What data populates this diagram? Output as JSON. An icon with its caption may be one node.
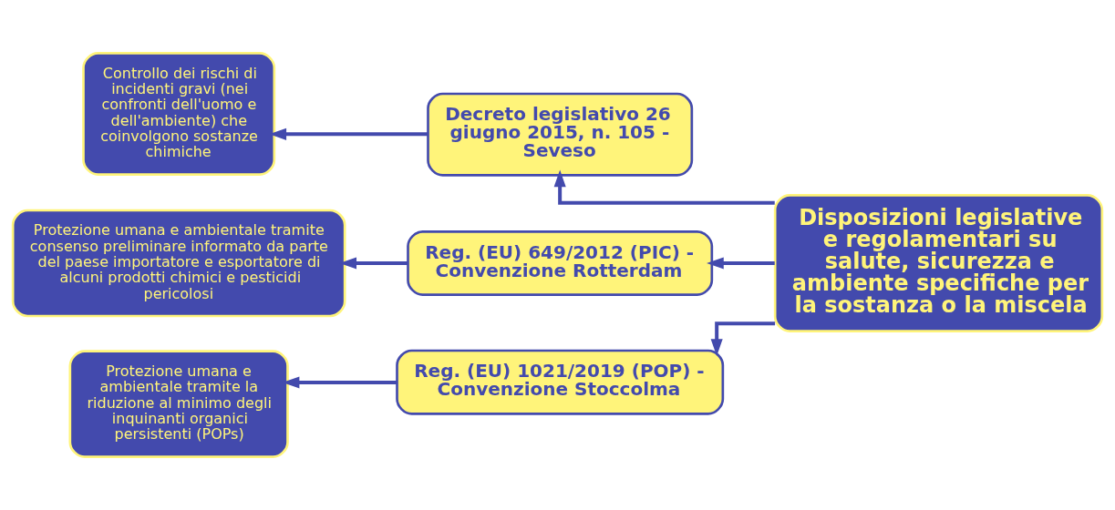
{
  "diagram": {
    "nodes": [
      {
        "text": [
          "Disposizioni legislative e regolamentari su salute, sicurezza e ambiente specifiche per la sostanza o la miscela"
        ]
      },
      {
        "text": [
          "Decreto legislativo 26 giugno 2015, n. 105 - Seveso"
        ]
      },
      {
        "text": [
          "Controllo dei rischi di incidenti gravi (nei confronti dell'uomo e dell'ambiente) che coinvolgono sostanze chimiche"
        ]
      },
      {
        "text": [
          "Reg. (EU) 649/2012 (PIC) - Convenzione Rotterdam"
        ]
      },
      {
        "text": [
          "Protezione umana e ambientale tramite consenso preliminare informato da parte del paese importatore e esportatore di alcuni prodotti chimici e pesticidi pericolosi"
        ]
      },
      {
        "text": [
          "Reg. (EU) 1021/2019 (POP) - Convenzione Stoccolma"
        ]
      },
      {
        "text": [
          "Protezione umana e ambientale tramite la riduzione al minimo degli inquinanti organici persistenti (POPs)"
        ]
      }
    ],
    "edges": [
      {
        "from": 0,
        "to": 1,
        "arrow": "to"
      },
      {
        "from": 1,
        "to": 2,
        "arrow": "to"
      },
      {
        "from": 0,
        "to": 3,
        "arrow": "to"
      },
      {
        "from": 3,
        "to": 4,
        "arrow": "to"
      },
      {
        "from": 0,
        "to": 5,
        "arrow": "to"
      },
      {
        "from": 5,
        "to": 6,
        "arrow": "to"
      }
    ]
  }
}
